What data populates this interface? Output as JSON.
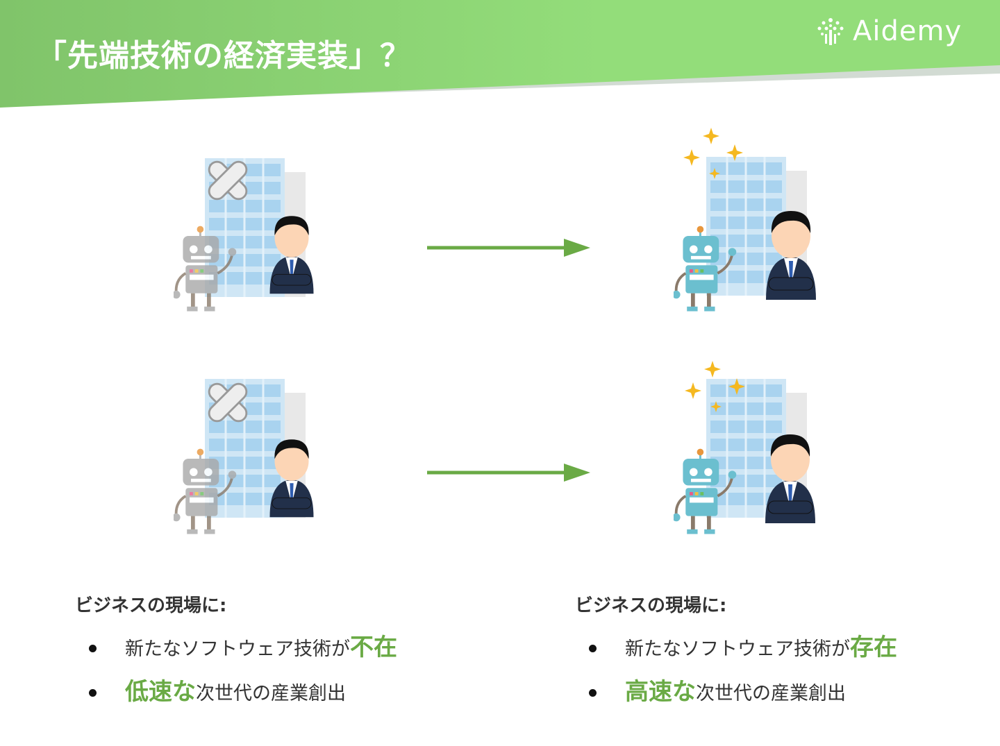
{
  "header": {
    "title": "「先端技術の経済実装」？",
    "logo_text": "Aidemy",
    "logo_icon": "tree-dots-icon"
  },
  "colors": {
    "header_green": "#84c96c",
    "header_green_light": "#93dd7a",
    "arrow": "#6aaa45",
    "highlight": "#6aaa45"
  },
  "left": {
    "heading": "ビジネスの現場に:",
    "items": [
      {
        "highlight": "不在",
        "prefix": "新たなソフトウェア技術が",
        "suffix": ""
      },
      {
        "highlight": "低速な",
        "prefix": "",
        "suffix": "次世代の産業創出"
      }
    ]
  },
  "right": {
    "heading": "ビジネスの現場に:",
    "items": [
      {
        "highlight": "存在",
        "prefix": "新たなソフトウェア技術が",
        "suffix": ""
      },
      {
        "highlight": "高速な",
        "prefix": "",
        "suffix": "次世代の産業創出"
      }
    ]
  }
}
